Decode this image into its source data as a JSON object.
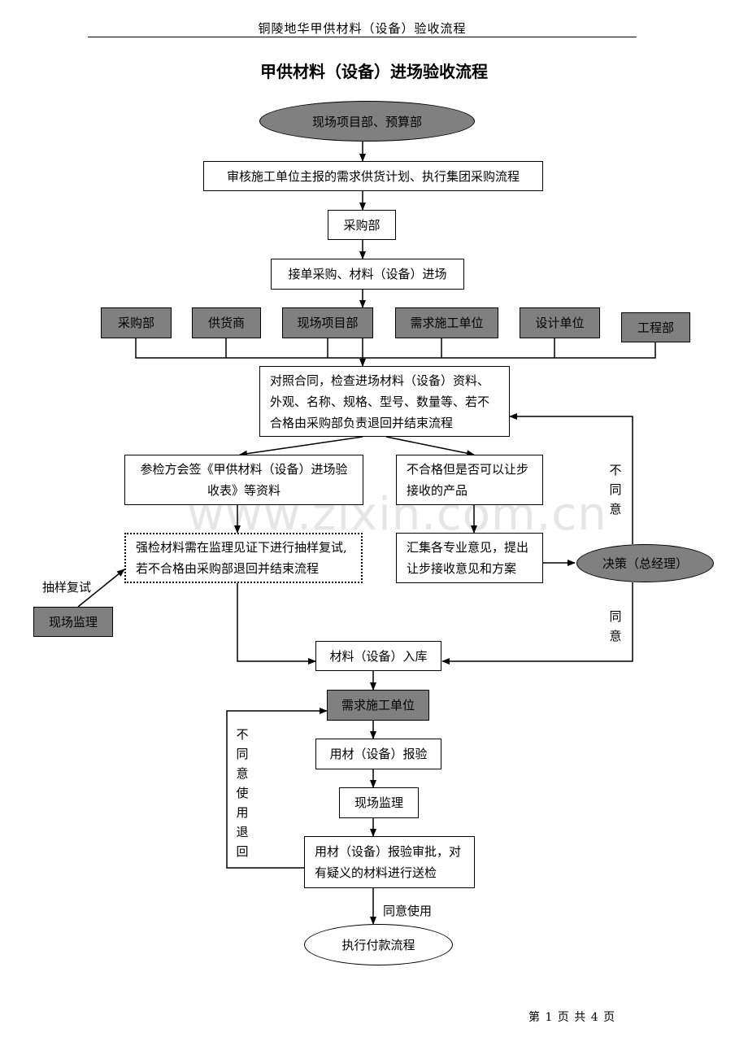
{
  "header": {
    "running_title": "铜陵地华甲供材料（设备）验收流程"
  },
  "title": "甲供材料（设备）进场验收流程",
  "watermark": "www.zixin.com.cn",
  "nodes": {
    "start": "现场项目部、预算部",
    "review": "审核施工单位主报的需求供货计划、执行集团采购流程",
    "purchasing": "采购部",
    "order": "接单采购、材料（设备）进场",
    "parties": [
      "采购部",
      "供货商",
      "现场项目部",
      "需求施工单位",
      "设计单位",
      "工程部"
    ],
    "check": "对照合同，检查进场材料（设备）资料、外观、名称、规格、型号、数量等、若不合格由采购部负责退回并结束流程",
    "sign": "参检方会签《甲供材料（设备）进场验收表》等资料",
    "concession": "不合格但是否可以让步接收的产品",
    "sampling": "强检材料需在监理见证下进行抽样复试,若不合格由采购部退回并结束流程",
    "collect": "汇集各专业意见，提出让步接收意见和方案",
    "decision": "决策（总经理）",
    "supervisor": "现场监理",
    "warehouse": "材料（设备）入库",
    "demand": "需求施工单位",
    "report": "用材（设备）报验",
    "site_supervisor": "现场监理",
    "approve": "用材（设备）报验审批，对有疑义的材料进行送检",
    "end": "执行付款流程"
  },
  "edge_labels": {
    "sampling_retest": "抽样复试",
    "disagree": "不同意",
    "agree": "同意",
    "disagree_return": "不同意使用退回",
    "agree_use": "同意使用"
  },
  "footer": {
    "page_info": "第 1 页 共 4 页"
  },
  "colors": {
    "gray_fill": "#808080",
    "line": "#000000"
  }
}
